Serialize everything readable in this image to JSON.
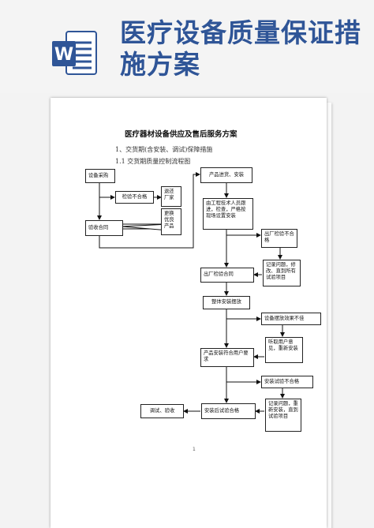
{
  "banner": {
    "title": "医疗设备质量保证措施方案",
    "brand_color": "#2f5597",
    "icon": "word-document-icon"
  },
  "document": {
    "title": "医疗器材设备供应及售后服务方案",
    "section_1": "1、交货期(含安装、调试)保障措施",
    "section_1_1": "1.1 交货期质量控制流程图",
    "page_number": "1"
  },
  "flowchart": {
    "purchase": "设备采购",
    "inspect_fail": "检验不合格",
    "return_factory": "退还厂家",
    "replace": "更换优良产品",
    "acceptance_ok": "验收合同",
    "delivery": "产品进货、安装",
    "engineer": "由工程技术人员跟进，检查，严格按现场设置安装",
    "factory_fail": "出厂检验不合格",
    "record_fix": "记录问题，修改、直到所有试验项目",
    "factory_ok": "出厂检验合同",
    "overall_install": "整体安装摆放",
    "placement_bad": "设备摆放效果不佳",
    "listen_user": "听取用户意见，重新安装",
    "meets_req": "产品安装符合用户要求",
    "trial_fail": "安装试验不合格",
    "record_reinstall": "记录问题，重新安装，直到试验项目",
    "post_install_ok": "安装后试验合格",
    "debug_accept": "调试、验收"
  }
}
